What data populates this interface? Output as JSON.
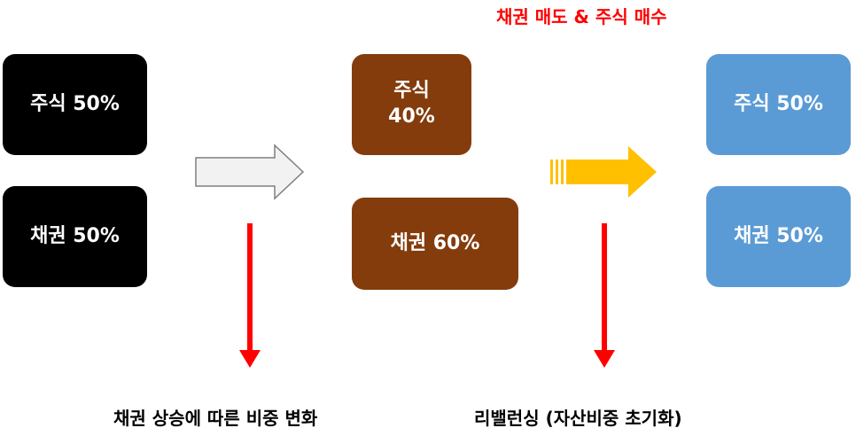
{
  "top_action": "채권 매도 & 주식 매수",
  "initial": {
    "stock_label": "주식 50%",
    "bond_label": "채권 50%"
  },
  "changed": {
    "stock_label": "주식\n40%",
    "bond_label": "채권 60%"
  },
  "rebalanced": {
    "stock_label": "주식 50%",
    "bond_label": "채권 50%"
  },
  "captions": {
    "change": "채권 상승에 따른 비중 변화",
    "rebalancing": "리밸런싱 (자산비중 초기화)"
  },
  "colors": {
    "initial_box": "#000000",
    "changed_box": "#843c0c",
    "rebalanced_box": "#5b9bd5",
    "down_arrow": "#ff0000",
    "rebalance_arrow": "#ffc000",
    "top_action_text": "#ff0000"
  },
  "icons": {
    "transition_arrow_1": "outlined-right-arrow",
    "transition_arrow_2": "striped-right-arrow",
    "caption_arrows": "down-arrow"
  }
}
